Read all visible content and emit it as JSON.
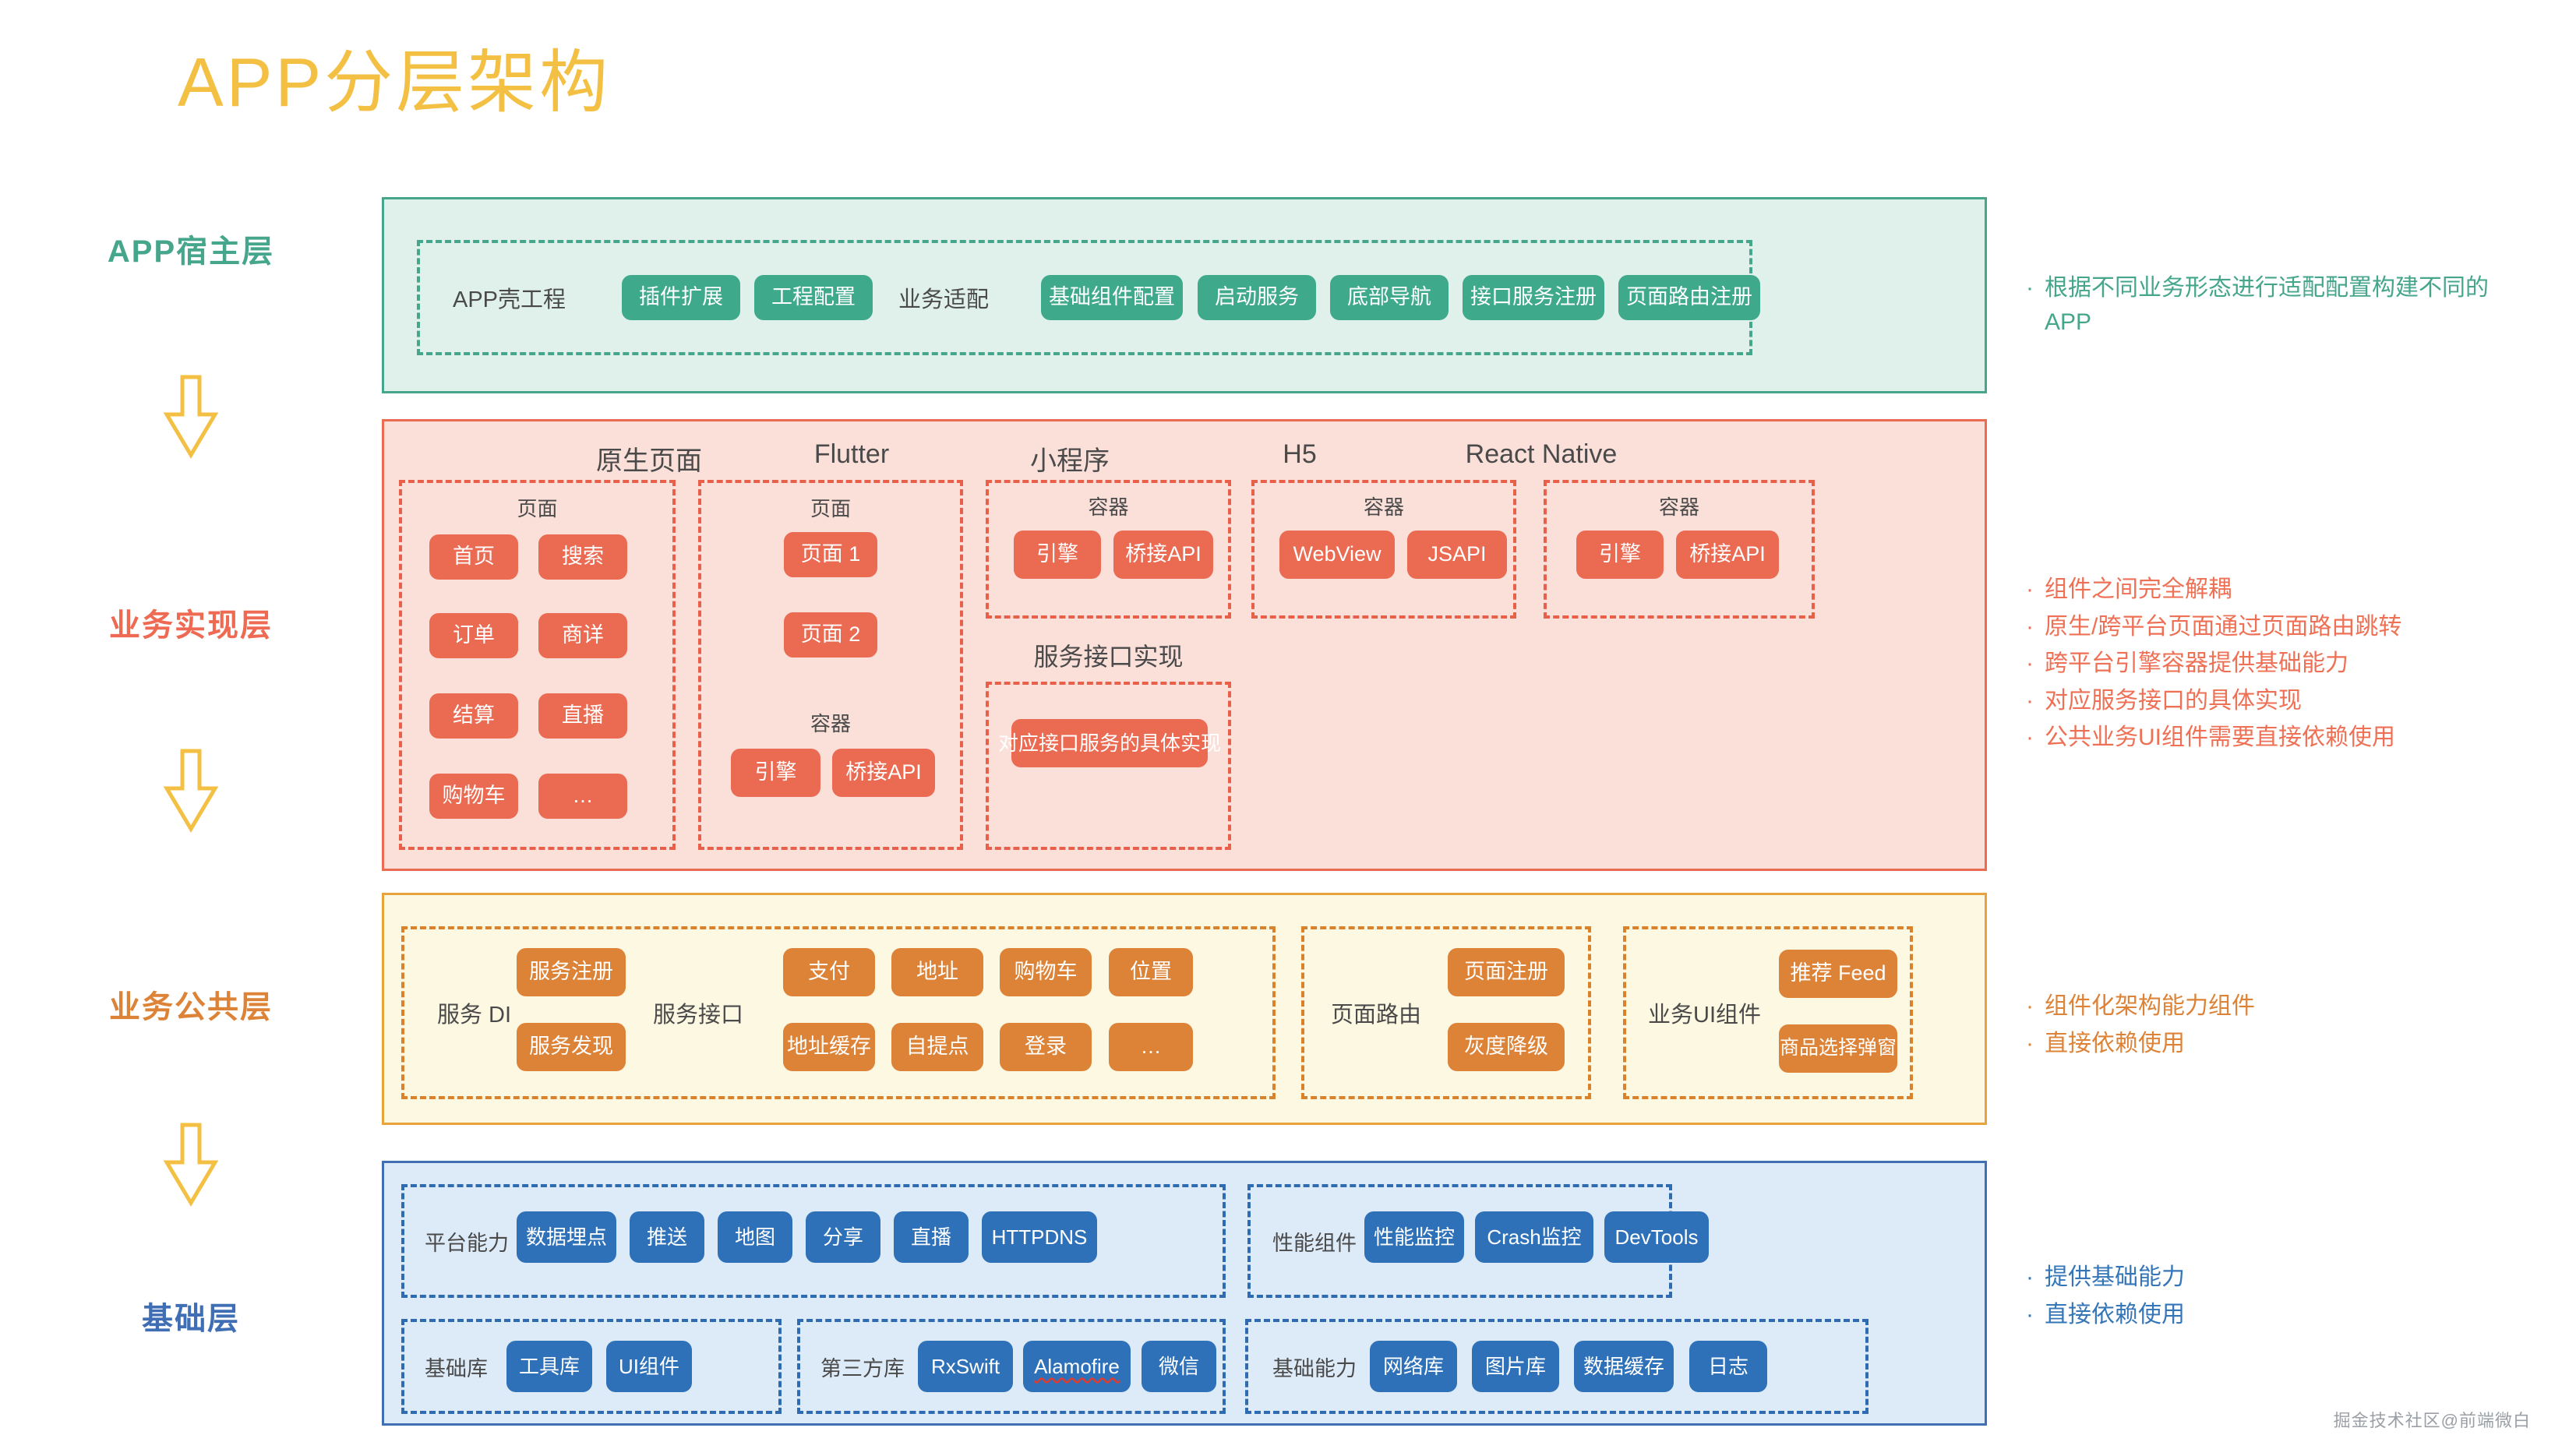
{
  "title": "APP分层架构",
  "title_color": "#f3c043",
  "watermark": "掘金技术社区@前端微白",
  "rail": {
    "labels": [
      {
        "text": "APP宿主层",
        "color": "#45a68b"
      },
      {
        "text": "业务实现层",
        "color": "#ee6a52"
      },
      {
        "text": "业务公共层",
        "color": "#dd8337"
      },
      {
        "text": "基础层",
        "color": "#3f6eb5"
      }
    ],
    "arrow_color": "#f3c043",
    "arrow_count": 3
  },
  "layers": [
    {
      "id": "app-host",
      "name": "APP宿主层",
      "accent": "#45a68b",
      "fill": "#e0f1eb",
      "groups": [
        {
          "label": "APP壳工程",
          "chips": [
            "插件扩展",
            "工程配置"
          ]
        },
        {
          "label": "业务适配",
          "chips": [
            "基础组件配置",
            "启动服务",
            "底部导航",
            "接口服务注册",
            "页面路由注册"
          ]
        }
      ],
      "notes": [
        "根据不同业务形态进行适配配置构建不同的APP"
      ]
    },
    {
      "id": "business-impl",
      "name": "业务实现层",
      "accent": "#ea6a52",
      "fill": "#fbe0da",
      "columns": [
        {
          "title": "原生页面",
          "groups": [
            {
              "title": "页面",
              "chips": [
                "首页",
                "搜索",
                "订单",
                "商详",
                "结算",
                "直播",
                "购物车",
                "…"
              ]
            }
          ]
        },
        {
          "title": "Flutter",
          "groups": [
            {
              "title": "页面",
              "chips": [
                "页面 1",
                "页面 2"
              ]
            },
            {
              "title": "容器",
              "chips": [
                "引擎",
                "桥接API"
              ]
            }
          ]
        },
        {
          "title": "小程序",
          "groups": [
            {
              "title": "容器",
              "chips": [
                "引擎",
                "桥接API"
              ]
            },
            {
              "title": "服务接口实现",
              "chips": [
                "对应接口服务的具体实现"
              ]
            }
          ]
        },
        {
          "title": "H5",
          "groups": [
            {
              "title": "容器",
              "chips": [
                "WebView",
                "JSAPI"
              ]
            }
          ]
        },
        {
          "title": "React Native",
          "groups": [
            {
              "title": "容器",
              "chips": [
                "引擎",
                "桥接API"
              ]
            }
          ]
        }
      ],
      "notes": [
        "组件之间完全解耦",
        "原生/跨平台页面通过页面路由跳转",
        "跨平台引擎容器提供基础能力",
        "对应服务接口的具体实现",
        "公共业务UI组件需要直接依赖使用"
      ]
    },
    {
      "id": "business-common",
      "name": "业务公共层",
      "accent": "#e8a33d",
      "fill": "#fdf8e2",
      "groups": [
        {
          "label": "服务 DI",
          "chips": [
            "服务注册",
            "服务发现"
          ]
        },
        {
          "label": "服务接口",
          "chips": [
            "支付",
            "地址",
            "购物车",
            "位置",
            "地址缓存",
            "自提点",
            "登录",
            "…"
          ]
        },
        {
          "label": "页面路由",
          "chips": [
            "页面注册",
            "灰度降级"
          ]
        },
        {
          "label": "业务UI组件",
          "chips": [
            "推荐 Feed",
            "商品选择弹窗"
          ]
        }
      ],
      "notes": [
        "组件化架构能力组件",
        "直接依赖使用"
      ]
    },
    {
      "id": "foundation",
      "name": "基础层",
      "accent": "#3f6eb5",
      "fill": "#ddeaf8",
      "groups": [
        {
          "label": "平台能力",
          "chips": [
            "数据埋点",
            "推送",
            "地图",
            "分享",
            "直播",
            "HTTPDNS"
          ]
        },
        {
          "label": "性能组件",
          "chips": [
            "性能监控",
            "Crash监控",
            "DevTools"
          ]
        },
        {
          "label": "基础库",
          "chips": [
            "工具库",
            "UI组件"
          ]
        },
        {
          "label": "第三方库",
          "chips": [
            "RxSwift",
            "Alamofire",
            "微信"
          ]
        },
        {
          "label": "基础能力",
          "chips": [
            "网络库",
            "图片库",
            "数据缓存",
            "日志"
          ]
        }
      ],
      "notes": [
        "提供基础能力",
        "直接依赖使用"
      ]
    }
  ]
}
